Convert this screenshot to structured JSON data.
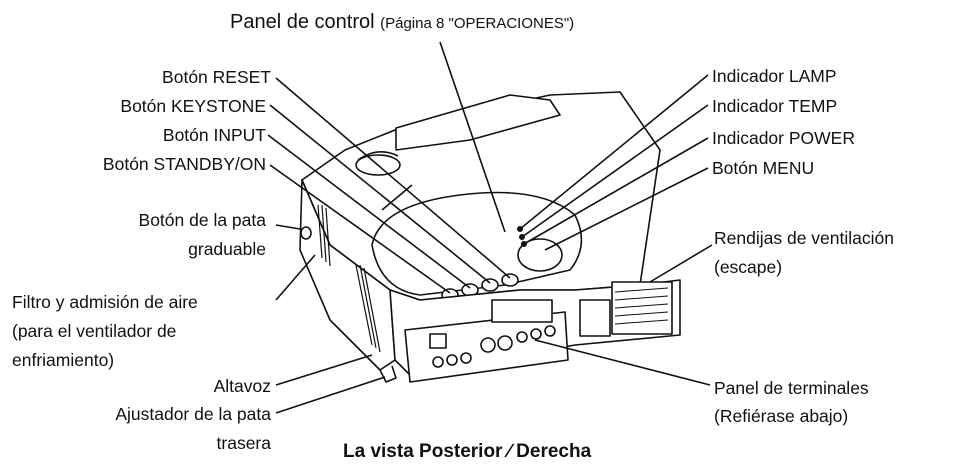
{
  "title": {
    "main": "Panel de control",
    "ref": "(Página 8 \"OPERACIONES\")"
  },
  "left_labels": {
    "reset": "Botón RESET",
    "keystone": "Botón KEYSTONE",
    "input": "Botón INPUT",
    "standby": "Botón STANDBY/ON",
    "foot_line1": "Botón de la pata",
    "foot_line2": "graduable",
    "filter_line1": "Filtro y admisión de aire",
    "filter_line2": "(para el ventilador de",
    "filter_line3": "enfriamiento)",
    "speaker": "Altavoz",
    "rear_line1": "Ajustador de la pata",
    "rear_line2": "trasera"
  },
  "right_labels": {
    "lamp": "Indicador LAMP",
    "temp": "Indicador TEMP",
    "power": "Indicador POWER",
    "menu": "Botón MENU",
    "vent_line1": "Rendijas de ventilación",
    "vent_line2": "(escape)",
    "terminal_line1": "Panel de terminales",
    "terminal_line2": "(Refiérase abajo)"
  },
  "caption": "La vista Posterior ∕ Derecha",
  "illustration": "projector-rear-right-view"
}
